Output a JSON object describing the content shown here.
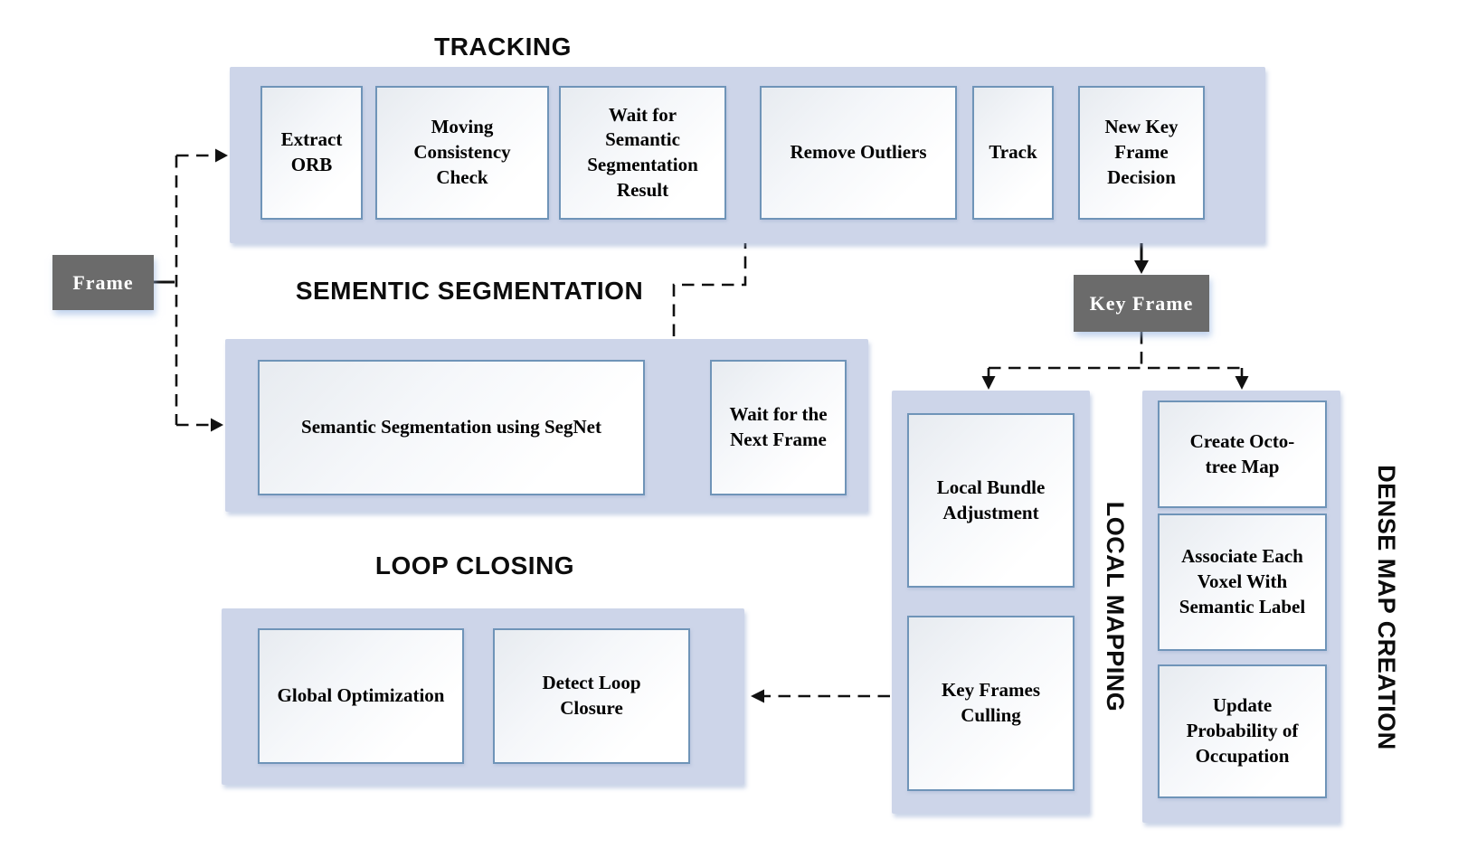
{
  "colors": {
    "container-fill": "#cdd5e9",
    "node-border": "#6f94b8",
    "dark-box-fill": "#6b6b6b",
    "dark-box-text": "#ffffff",
    "line-ink": "#111111",
    "title-ink": "#0d0d0d"
  },
  "inputs": {
    "frame_label": "Frame",
    "key_frame_label": "Key Frame"
  },
  "tracking": {
    "title": "TRACKING",
    "nodes": {
      "extract_orb": "Extract ORB",
      "moving_consistency_check": "Moving Consistency Check",
      "wait_semantic_result": "Wait for Semantic Segmentation Result",
      "remove_outliers": "Remove Outliers",
      "track": "Track",
      "new_key_frame_decision": "New Key Frame Decision"
    }
  },
  "semantic_segmentation": {
    "title": "SEMENTIC SEGMENTATION",
    "nodes": {
      "segnet": "Semantic Segmentation using SegNet",
      "wait_next_frame": "Wait for the Next Frame"
    }
  },
  "loop_closing": {
    "title": "LOOP CLOSING",
    "nodes": {
      "global_optimization": "Global Optimization",
      "detect_loop_closure": "Detect Loop Closure"
    }
  },
  "local_mapping": {
    "title": "LOCAL MAPPING",
    "nodes": {
      "local_bundle_adjustment": "Local Bundle Adjustment",
      "key_frames_culling": "Key Frames Culling"
    }
  },
  "dense_map_creation": {
    "title": "DENSE MAP CREATION",
    "nodes": {
      "create_octotree_map": "Create Octo-tree Map",
      "associate_voxel": "Associate Each Voxel With Semantic Label",
      "update_probability": "Update Probability of Occupation"
    }
  }
}
